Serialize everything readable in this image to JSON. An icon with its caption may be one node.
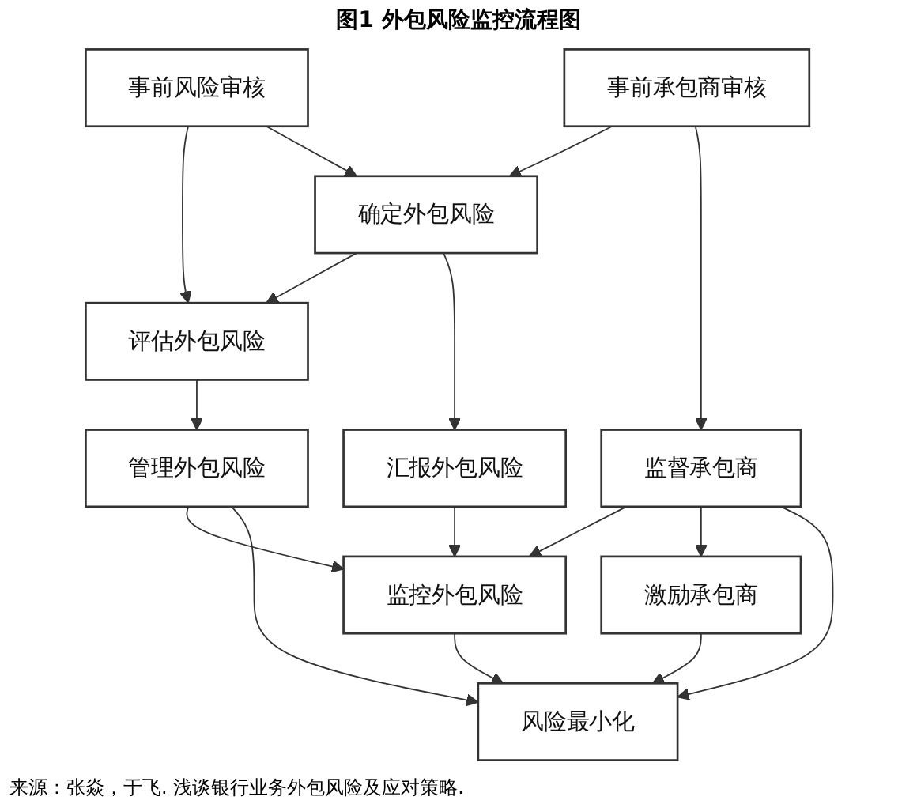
{
  "diagram": {
    "title": "图1 外包风险监控流程图",
    "caption": "来源：张焱，于飞. 浅谈银行业务外包风险及应对策略.",
    "nodes": [
      {
        "text": [
          "事前风险审核"
        ]
      },
      {
        "text": [
          "事前承包商审核"
        ]
      },
      {
        "text": [
          "确定外包风险"
        ]
      },
      {
        "text": [
          "评估外包风险"
        ]
      },
      {
        "text": [
          "监督承包商"
        ]
      },
      {
        "text": [
          "汇报外包风险"
        ]
      },
      {
        "text": [
          "管理外包风险"
        ]
      },
      {
        "text": [
          "激励承包商"
        ]
      },
      {
        "text": [
          "监控外包风险"
        ]
      },
      {
        "text": [
          "风险最小化"
        ]
      }
    ],
    "edges": [
      {
        "from": 0,
        "to": 3,
        "arrow": "to"
      },
      {
        "from": 0,
        "to": 2,
        "arrow": "to"
      },
      {
        "from": 1,
        "to": 2,
        "arrow": "to"
      },
      {
        "from": 1,
        "to": 4,
        "arrow": "to"
      },
      {
        "from": 2,
        "to": 3,
        "arrow": "to"
      },
      {
        "from": 2,
        "to": 5,
        "arrow": "to"
      },
      {
        "from": 4,
        "to": 8,
        "arrow": "to"
      },
      {
        "from": 4,
        "to": 7,
        "arrow": "to"
      },
      {
        "from": 4,
        "to": 9,
        "arrow": "to"
      },
      {
        "from": 3,
        "to": 6,
        "arrow": "to"
      },
      {
        "from": 6,
        "to": 8,
        "arrow": "to"
      },
      {
        "from": 5,
        "to": 8,
        "arrow": "to"
      },
      {
        "from": 6,
        "to": 9,
        "arrow": "to"
      },
      {
        "from": 8,
        "to": 9,
        "arrow": "to"
      },
      {
        "from": 7,
        "to": 9,
        "arrow": "to"
      }
    ]
  }
}
